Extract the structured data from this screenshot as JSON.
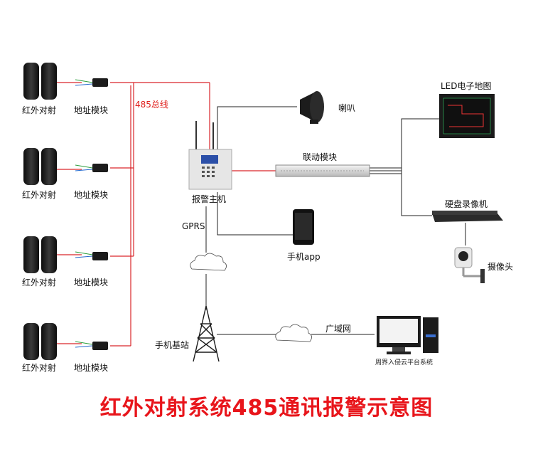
{
  "diagram": {
    "title": "红外对射系统485通讯报警示意图",
    "title_color": "#e8151b",
    "bus_label": "485总线",
    "sensor_label": "红外对射",
    "module_label": "地址模块",
    "host_label": "报警主机",
    "speaker_label": "喇叭",
    "linkage_label": "联动模块",
    "map_label": "LED电子地图",
    "dvr_label": "硬盘录像机",
    "camera_label": "摄像头",
    "app_label": "手机app",
    "gprs_label": "GPRS",
    "station_label": "手机基站",
    "wan_label": "广域网",
    "cloud_label": "周界入侵云平台系统"
  },
  "colors": {
    "bus_line": "#d9262a",
    "wire": "#222222",
    "device_dark": "#1c1c1c",
    "panel": "#e6e6e6"
  }
}
